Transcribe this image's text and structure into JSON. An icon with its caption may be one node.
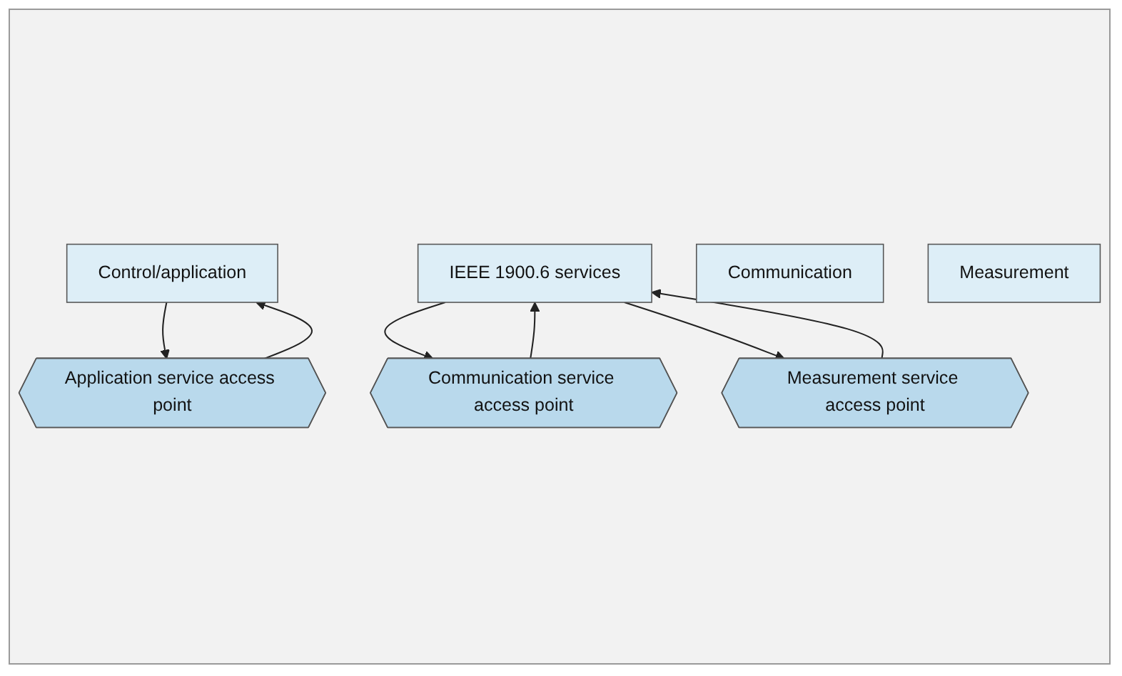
{
  "diagram": {
    "nodes": [
      {
        "text": [
          "Control/application"
        ]
      },
      {
        "text": [
          "Application service access point"
        ]
      },
      {
        "text": [
          "IEEE 1900.6 services"
        ]
      },
      {
        "text": [
          "Communication service access point"
        ]
      },
      {
        "text": [
          "Communication"
        ]
      },
      {
        "text": [
          "Measurement service access point"
        ]
      },
      {
        "text": [
          "Measurement"
        ]
      }
    ],
    "edges": [
      {
        "from": 0,
        "to": 1,
        "arrow": "to"
      },
      {
        "from": 1,
        "to": 0,
        "arrow": "to"
      },
      {
        "from": 2,
        "to": 3,
        "arrow": "to"
      },
      {
        "from": 3,
        "to": 2,
        "arrow": "to"
      },
      {
        "from": 2,
        "to": 5,
        "arrow": "to"
      },
      {
        "from": 5,
        "to": 2,
        "arrow": "to"
      }
    ]
  }
}
